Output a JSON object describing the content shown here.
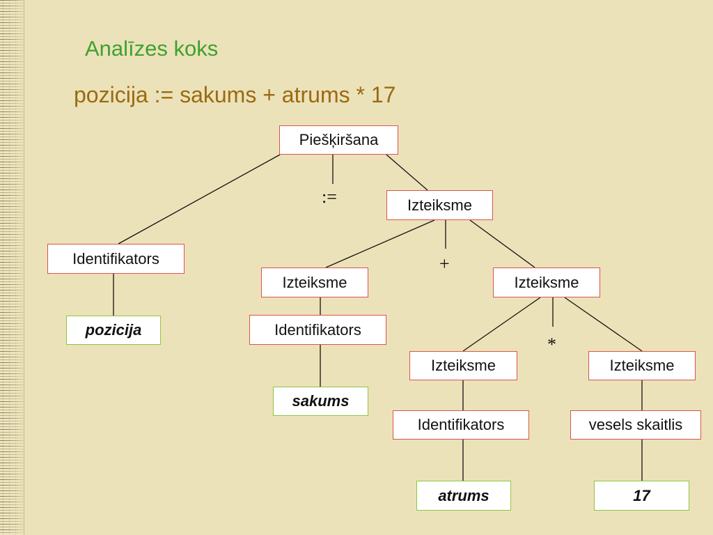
{
  "slide": {
    "title": "Analīzes koks",
    "expression": "pozicija := sakums + atrums * 17"
  },
  "tree": {
    "root": "Piešķiršana",
    "assign_op": ":=",
    "plus_op": "+",
    "mult_op": "*",
    "left_identifier": "Identifikators",
    "left_leaf": "pozicija",
    "top_expression": "Izteiksme",
    "mid_left_expression": "Izteiksme",
    "mid_left_identifier": "Identifikators",
    "mid_left_leaf": "sakums",
    "mid_right_expression": "Izteiksme",
    "bottom_left_expression": "Izteiksme",
    "bottom_left_identifier": "Identifikators",
    "bottom_left_leaf": "atrums",
    "bottom_right_expression": "Izteiksme",
    "bottom_right_integer": "vesels skaitlis",
    "bottom_right_leaf": "17"
  },
  "colors": {
    "background": "#ece2b9",
    "title": "#3fa12e",
    "expression": "#9a6a12",
    "node_border": "#d9534f",
    "leaf_border": "#8cc63f"
  }
}
